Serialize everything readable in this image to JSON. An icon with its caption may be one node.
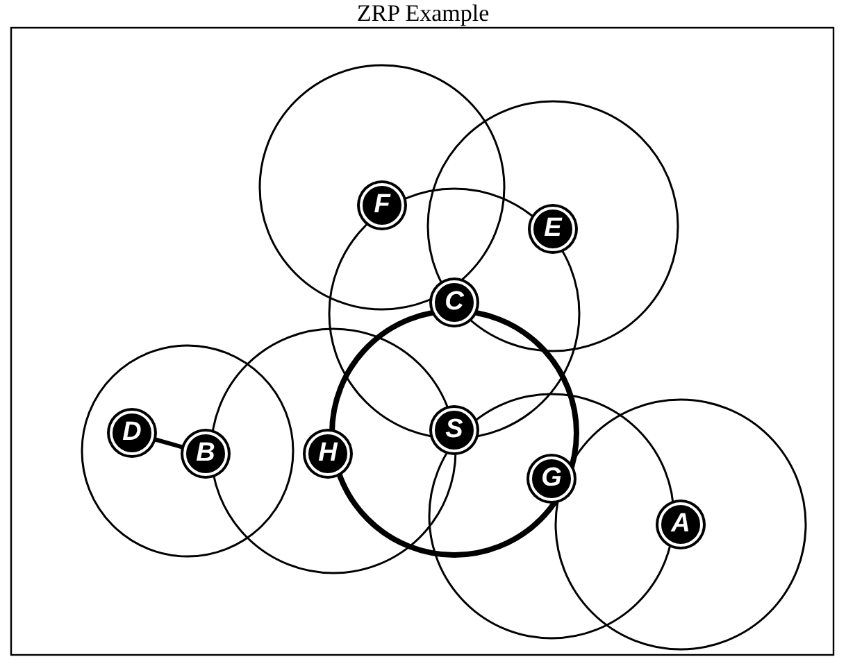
{
  "diagram": {
    "title": "ZRP Example",
    "nodes": [
      {
        "text": [
          "F"
        ]
      },
      {
        "text": [
          "E"
        ]
      },
      {
        "text": [
          "C"
        ]
      },
      {
        "text": [
          "D"
        ]
      },
      {
        "text": [
          "S"
        ]
      },
      {
        "text": [
          "B"
        ]
      },
      {
        "text": [
          "H"
        ]
      },
      {
        "text": [
          "G"
        ]
      },
      {
        "text": [
          "A"
        ]
      }
    ],
    "edges": [
      {
        "from": 3,
        "to": 5,
        "arrow": "none"
      }
    ]
  }
}
